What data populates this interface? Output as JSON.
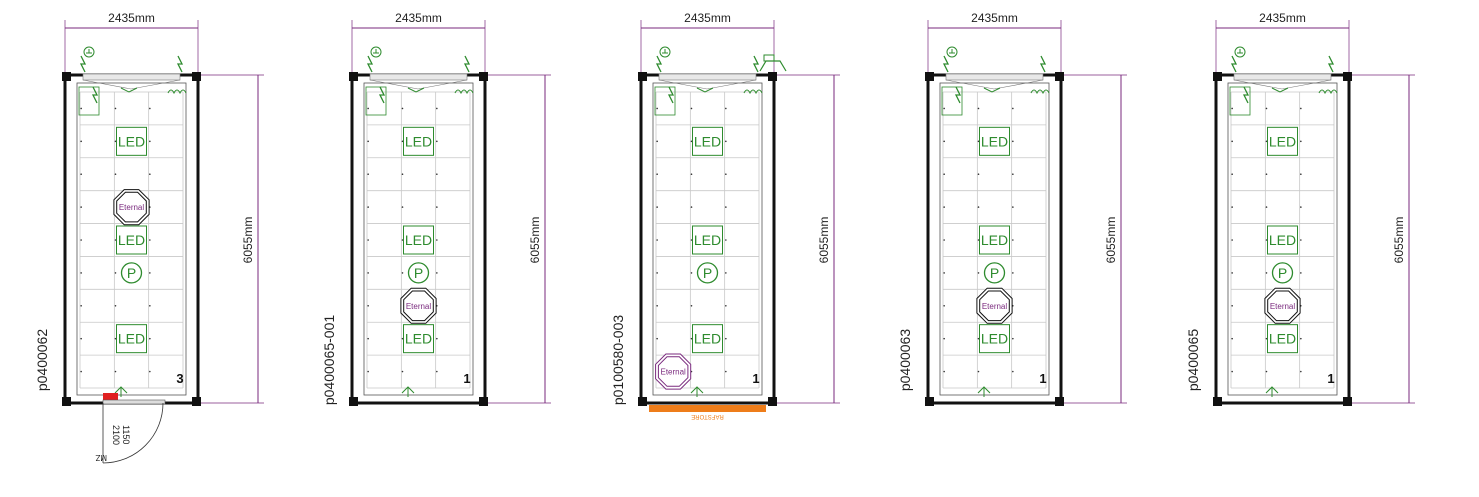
{
  "colors": {
    "dim": "#7a2a7e",
    "green": "#2e8b2e",
    "purple": "#7a2a7e",
    "wall": "#111111",
    "grid": "#c8c8c8",
    "orange": "#ee7d1a",
    "red": "#e02020"
  },
  "plans": [
    {
      "id": "p0400062",
      "width_label": "2435mm",
      "length_label": "6055mm",
      "corner_number": "3",
      "led_rows": [
        1,
        4,
        7
      ],
      "eternal": {
        "label": "Eternal",
        "row": 3,
        "col": 1,
        "color": "wall"
      },
      "p_row": 5,
      "door_labels": [
        "1150",
        "2100"
      ],
      "door_tag": "MZ",
      "extra": "door"
    },
    {
      "id": "p0400065-001",
      "width_label": "2435mm",
      "length_label": "6055mm",
      "corner_number": "1",
      "led_rows": [
        1,
        4,
        7
      ],
      "eternal": {
        "label": "Eternal",
        "row": 6,
        "col": 1,
        "color": "wall"
      },
      "p_row": 5,
      "extra": "none"
    },
    {
      "id": "p0100580-003",
      "width_label": "2435mm",
      "length_label": "6055mm",
      "corner_number": "1",
      "led_rows": [
        1,
        4,
        7
      ],
      "eternal": {
        "label": "Eternal",
        "row": 8,
        "col": 0,
        "color": "purple"
      },
      "p_row": 5,
      "bottom_label": "RAFSTORE",
      "extra": "rafstore"
    },
    {
      "id": "p0400063",
      "width_label": "2435mm",
      "length_label": "6055mm",
      "corner_number": "1",
      "led_rows": [
        1,
        4,
        7
      ],
      "eternal": {
        "label": "Eternal",
        "row": 6,
        "col": 1,
        "color": "wall"
      },
      "p_row": 5,
      "extra": "none"
    },
    {
      "id": "p0400065",
      "width_label": "2435mm",
      "length_label": "6055mm",
      "corner_number": "1",
      "led_rows": [
        1,
        4,
        7
      ],
      "eternal": {
        "label": "Eternal",
        "row": 6,
        "col": 1,
        "color": "wall"
      },
      "p_row": 5,
      "extra": "none"
    }
  ],
  "symbols": {
    "led": "LED",
    "p": "P"
  }
}
